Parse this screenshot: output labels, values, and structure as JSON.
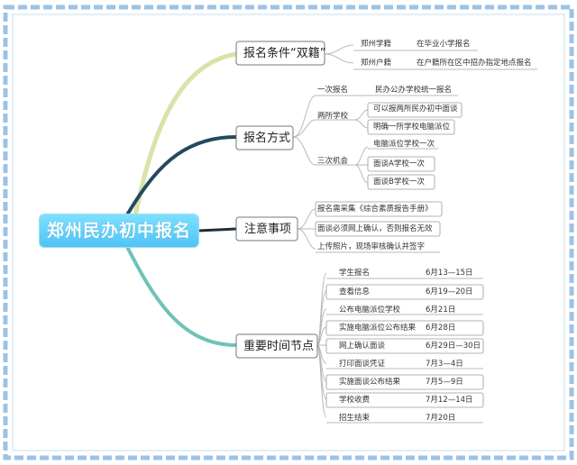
{
  "root": {
    "label": "郑州民办初中报名"
  },
  "branches": [
    {
      "label": "报名条件“双籍”",
      "items": [
        {
          "label": "郑州学籍",
          "detail": "在毕业小学报名"
        },
        {
          "label": "郑州户籍",
          "detail": "在户籍所在区中招办指定地点报名"
        }
      ]
    },
    {
      "label": "报名方式",
      "groups": [
        {
          "label": "一次报名",
          "items": [
            "民办公办学校统一报名"
          ]
        },
        {
          "label": "两所学校",
          "items": [
            "可以报两所民办初中面谈",
            "明确一所学校电脑派位"
          ]
        },
        {
          "label": "三次机会",
          "items": [
            "电脑派位学校一次",
            "面谈A学校一次",
            "面谈B学校一次"
          ]
        }
      ]
    },
    {
      "label": "注意事项",
      "items": [
        "报名需采集《综合素质报告手册》",
        "面谈必须网上确认，否则报名无效",
        "上传照片，现场审核确认并签字"
      ]
    },
    {
      "label": "重要时间节点",
      "events": [
        {
          "label": "学生报名",
          "date": "6月13—15日"
        },
        {
          "label": "查看信息",
          "date": "6月19—20日"
        },
        {
          "label": "公布电脑派位学校",
          "date": "6月21日"
        },
        {
          "label": "实施电脑派位公布结果",
          "date": "6月28日"
        },
        {
          "label": "网上确认面谈",
          "date": "6月29日—30日"
        },
        {
          "label": "打印面谈凭证",
          "date": "7月3—4日"
        },
        {
          "label": "实施面谈公布结果",
          "date": "7月5—9日"
        },
        {
          "label": "学校收费",
          "date": "7月12—14日"
        },
        {
          "label": "招生结束",
          "date": "7月20日"
        }
      ]
    }
  ],
  "colors": {
    "frame": "#9cc3e6",
    "root_fill": "#55c8f5",
    "branch_1_line": "#d9e3a8",
    "branch_2_line": "#234a5e",
    "branch_3_line": "#1f2f3c",
    "branch_4_line": "#6fc2b8",
    "box_border": "#777777"
  }
}
